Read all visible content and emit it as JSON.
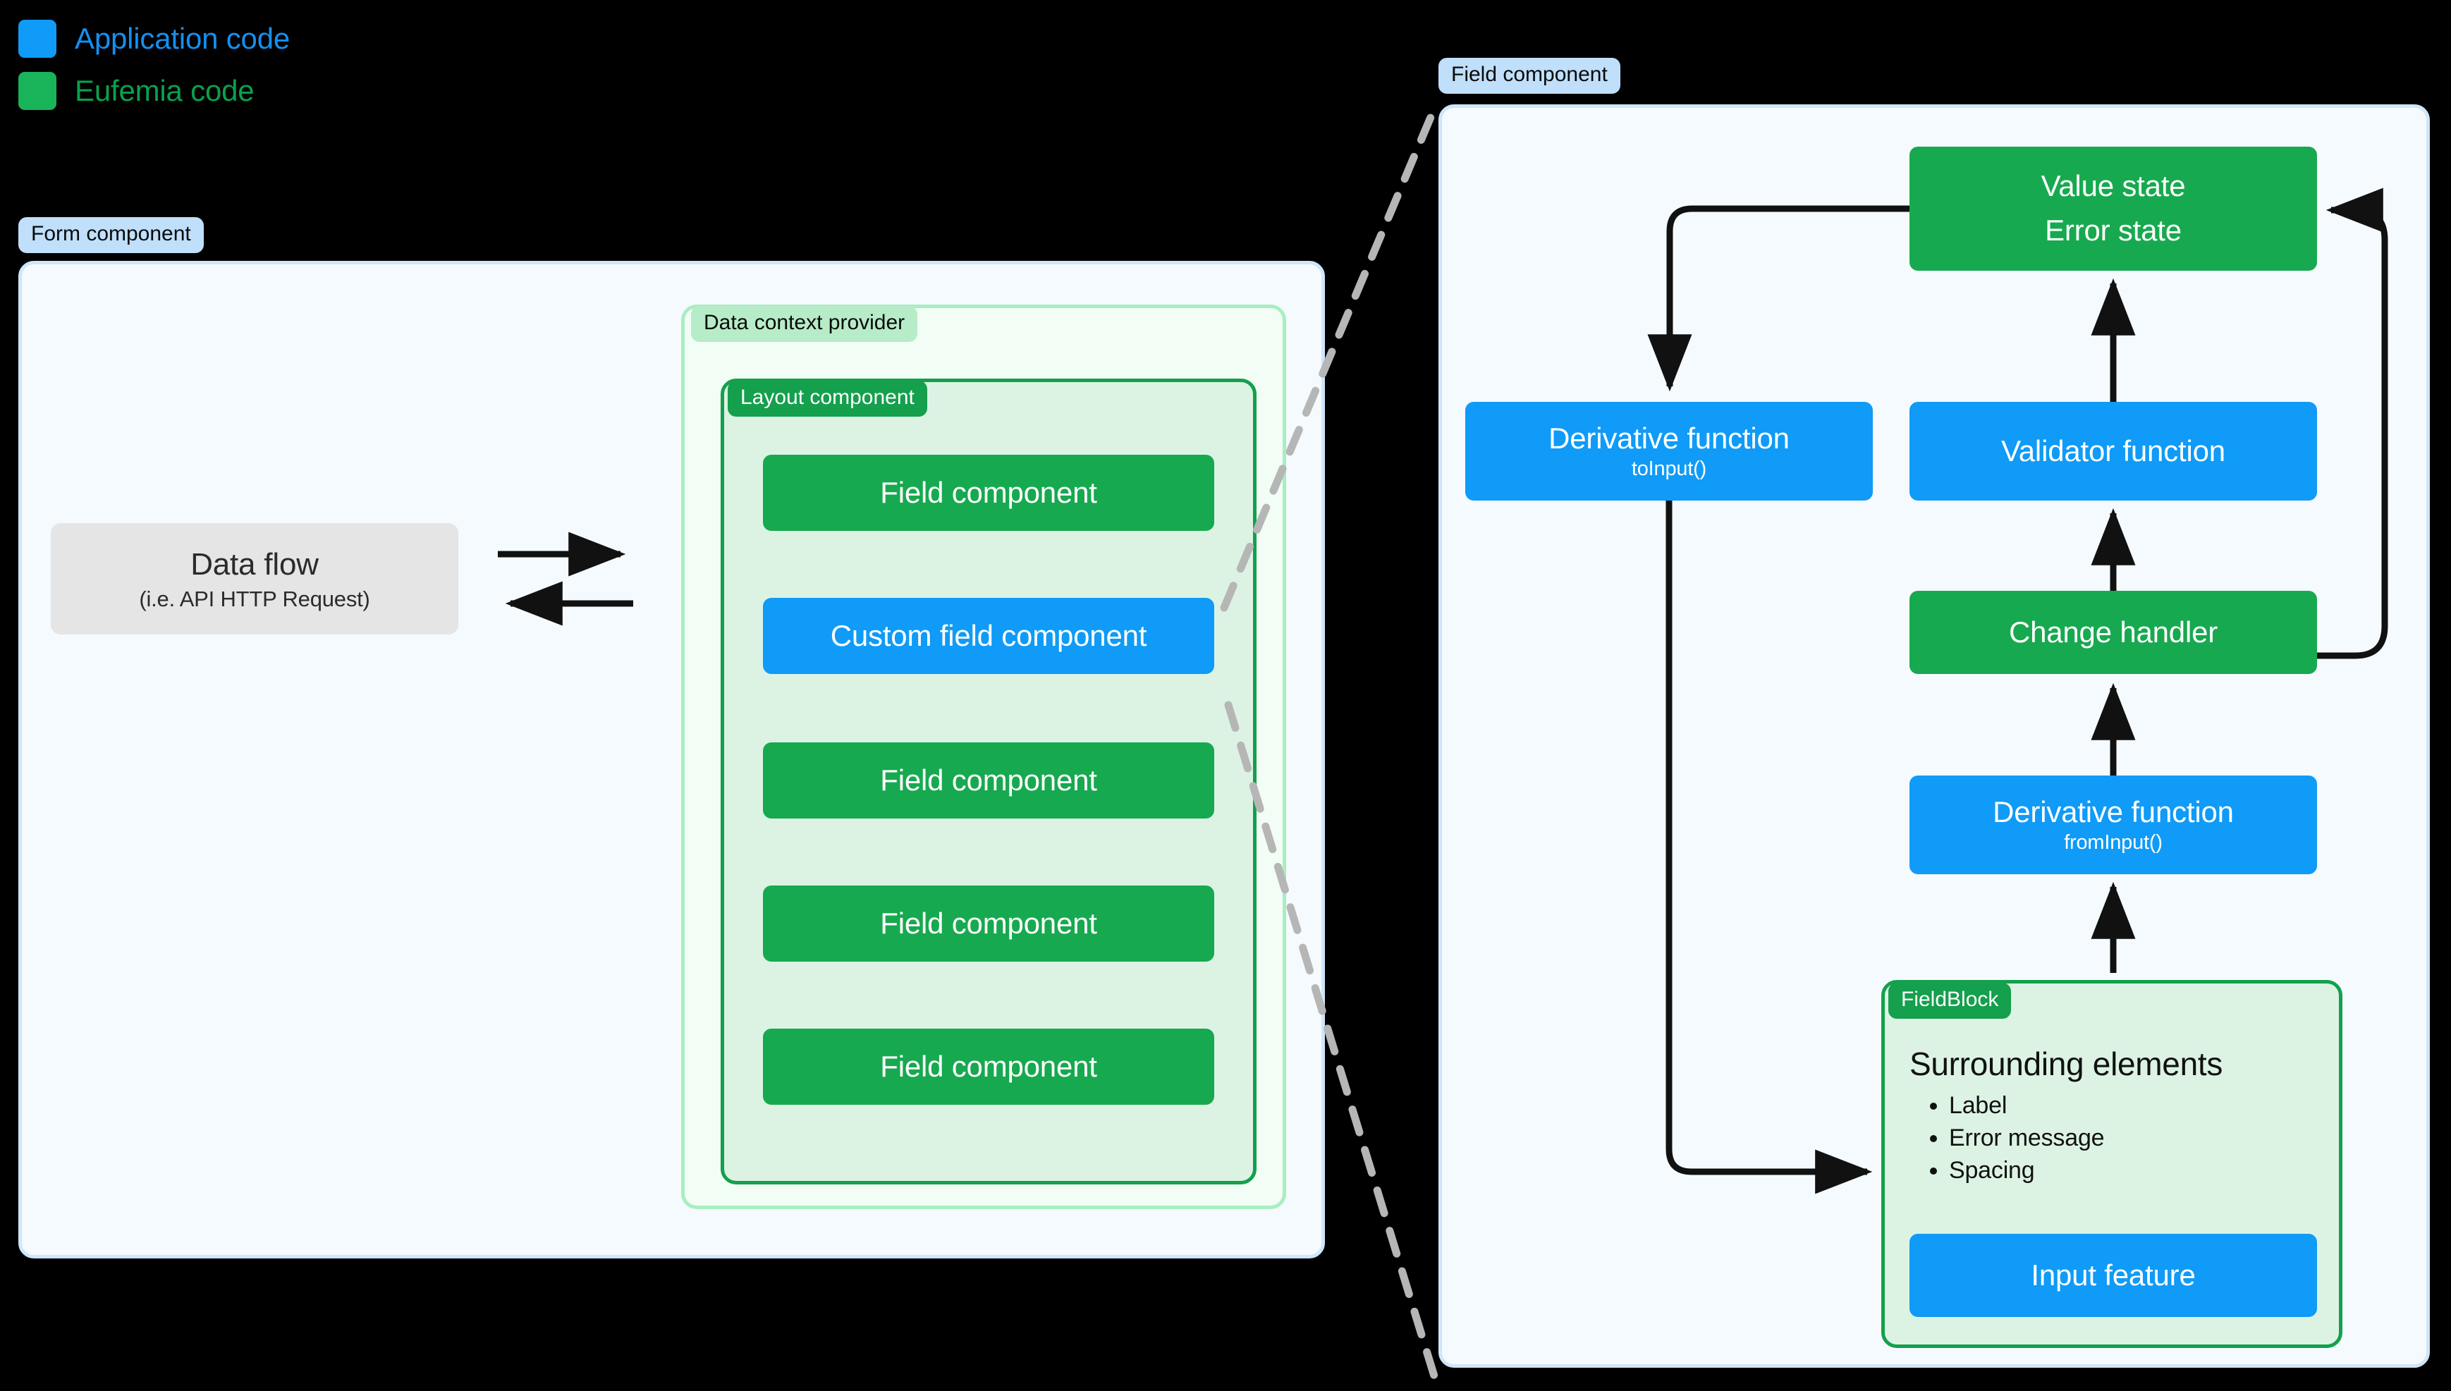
{
  "legend": {
    "items": [
      {
        "label": "Application code",
        "color": "#0f9bf7",
        "swatch": "blue-square-swatch"
      },
      {
        "label": "Eufemia code",
        "color": "#19b35a",
        "swatch": "green-square-swatch"
      }
    ]
  },
  "form_panel": {
    "tab_label": "Form component",
    "data_flow": {
      "title": "Data flow",
      "subtitle": "(i.e. API HTTP Request)"
    },
    "arrows": [
      {
        "name": "data-flow-out-arrow",
        "direction": "right"
      },
      {
        "name": "data-flow-in-arrow",
        "direction": "left"
      }
    ],
    "context_panel": {
      "tab_label": "Data context provider",
      "layout_panel": {
        "tab_label": "Layout component",
        "fields": [
          {
            "label": "Field component",
            "kind": "eufemia"
          },
          {
            "label": "Custom field component",
            "kind": "application"
          },
          {
            "label": "Field component",
            "kind": "eufemia"
          },
          {
            "label": "Field component",
            "kind": "eufemia"
          },
          {
            "label": "Field component",
            "kind": "eufemia"
          }
        ]
      }
    }
  },
  "field_panel": {
    "tab_label": "Field component",
    "nodes": {
      "value_state": {
        "line1": "Value state",
        "line2": "Error state",
        "kind": "eufemia"
      },
      "to_input": {
        "title": "Derivative function",
        "subtitle": "toInput()",
        "kind": "application"
      },
      "validator": {
        "title": "Validator function",
        "kind": "application"
      },
      "change_handler": {
        "title": "Change handler",
        "kind": "eufemia"
      },
      "from_input": {
        "title": "Derivative function",
        "subtitle": "fromInput()",
        "kind": "application"
      },
      "input_feature": {
        "title": "Input feature",
        "kind": "application"
      }
    },
    "field_block": {
      "tab_label": "FieldBlock",
      "heading": "Surrounding elements",
      "bullets": [
        "Label",
        "Error message",
        "Spacing"
      ]
    }
  },
  "colors": {
    "application": "#0f9bf7",
    "eufemia": "#17a94f",
    "eufemia_text": "#0aa14c",
    "application_text": "#1490f0",
    "panel_blue_bg": "#f5fafe",
    "panel_blue_border": "#cfe6fa",
    "panel_green_bg": "#dcf3e4",
    "panel_green_border": "#14a04c",
    "tab_blue": "#bfdffb",
    "tab_green_pale": "#b6ecc7",
    "data_flow_bg": "#e5e5e5",
    "arrow": "#111111",
    "dashed_connector": "#b6b6b6",
    "background": "#000000"
  }
}
